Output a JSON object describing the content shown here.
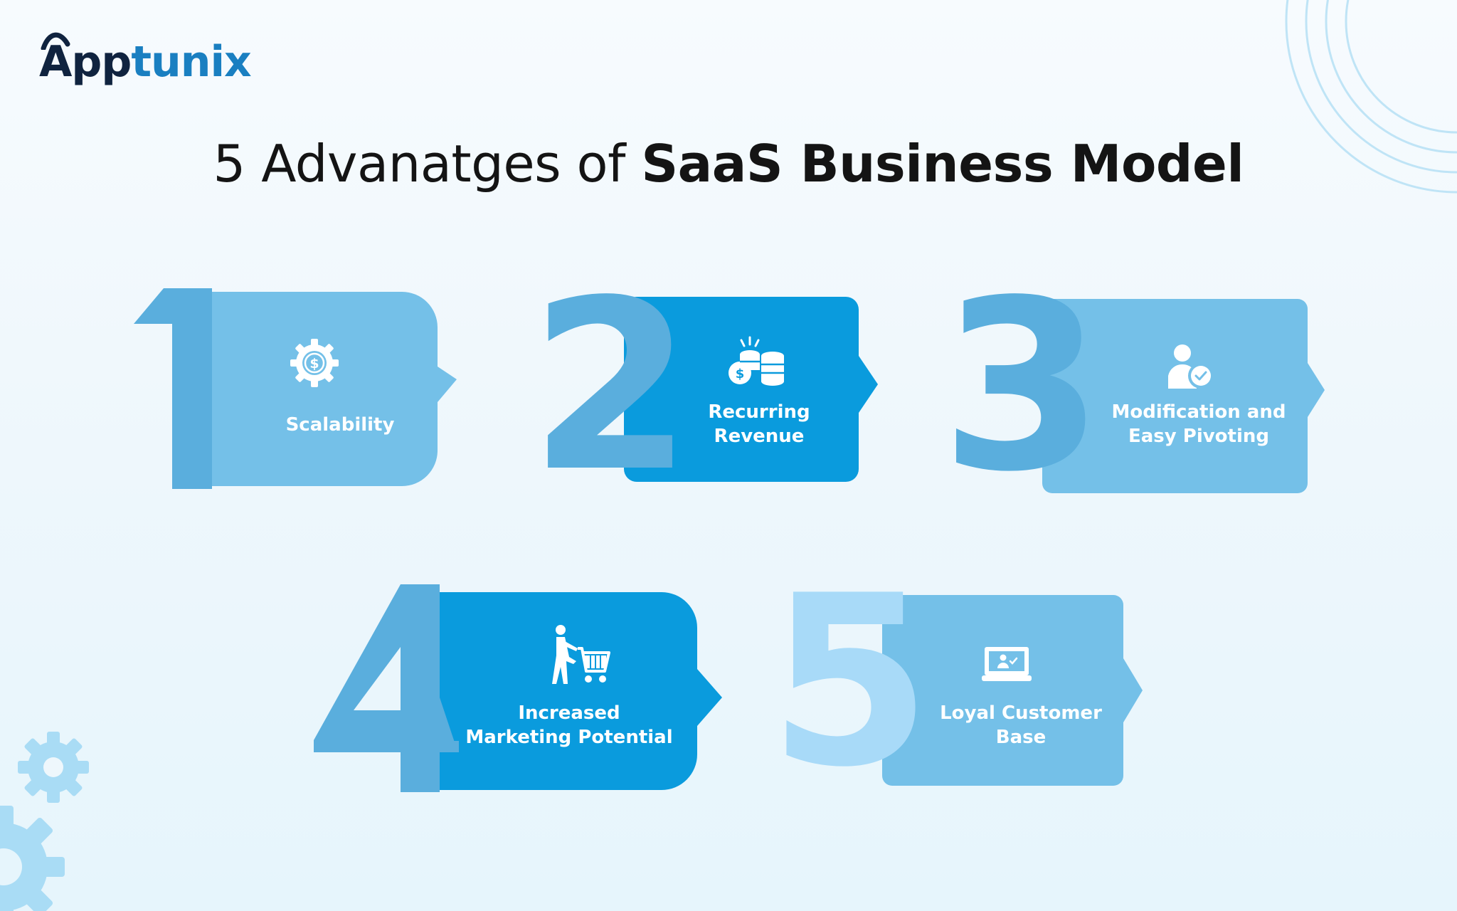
{
  "brand": {
    "logo_part1": "App",
    "logo_part2": "tunix"
  },
  "title": {
    "regular": "5 Advanatges of ",
    "bold": "SaaS Business Model"
  },
  "advantages": [
    {
      "number": "1",
      "label": "Scalability",
      "icon": "gear-dollar-icon",
      "color": "#74c0e8"
    },
    {
      "number": "2",
      "label": "Recurring Revenue",
      "icon": "coin-stacks-icon",
      "color": "#0a9bdd"
    },
    {
      "number": "3",
      "label": "Modification and Easy Pivoting",
      "icon": "user-check-icon",
      "color": "#74c0e8"
    },
    {
      "number": "4",
      "label": "Increased Marketing Potential",
      "icon": "shopping-cart-person-icon",
      "color": "#0a9bdd"
    },
    {
      "number": "5",
      "label": "Loyal Customer Base",
      "icon": "laptop-customer-icon",
      "color": "#74c0e8"
    }
  ],
  "colors": {
    "number_dark": "#5aaedd",
    "number_light": "#a8daf8",
    "brand_dark": "#10233f",
    "brand_blue": "#1a7fc1",
    "title": "#141414",
    "decoration": "#a9dcf5"
  }
}
